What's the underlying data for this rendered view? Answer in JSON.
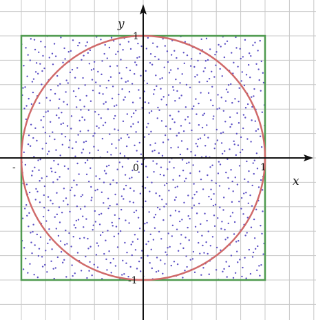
{
  "chart_data": {
    "type": "scatter",
    "title": "",
    "xlabel": "x",
    "ylabel": "y",
    "xlim": [
      -1.1,
      1.4
    ],
    "ylim": [
      -1.3,
      1.3
    ],
    "grid": true,
    "grid_step": 0.2,
    "tick_labels": {
      "x_neg": "-",
      "origin": "0",
      "x_pos": "1",
      "y_pos": "1",
      "y_neg": "-1"
    },
    "shapes": [
      {
        "kind": "square",
        "x_range": [
          -1,
          1
        ],
        "y_range": [
          -1,
          1
        ],
        "color": "#4f9a4f"
      },
      {
        "kind": "circle",
        "center": [
          0,
          0
        ],
        "radius": 1,
        "color": "#d06a6a"
      }
    ],
    "point_color": "#5b4fc4",
    "point_count": 1000,
    "points_description_note": ""
  }
}
